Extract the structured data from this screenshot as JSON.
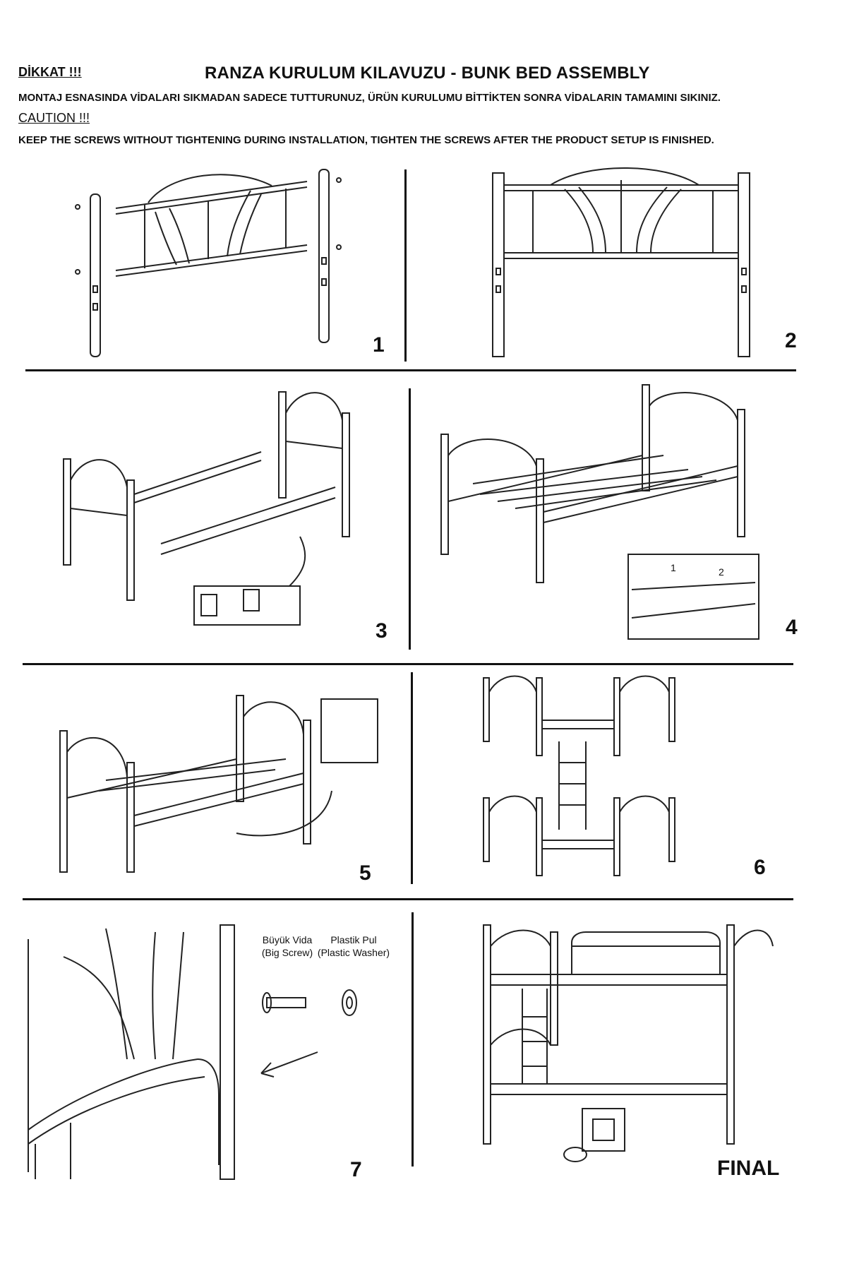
{
  "header": {
    "dikkat": "DİKKAT !!!",
    "title": "RANZA KURULUM KILAVUZU - BUNK BED ASSEMBLY",
    "warning_tr": "MONTAJ ESNASINDA VİDALARI SIKMADAN SADECE TUTTURUNUZ, ÜRÜN KURULUMU BİTTİKTEN SONRA VİDALARIN TAMAMINI SIKINIZ.",
    "caution": "CAUTION !!!",
    "warning_en": "KEEP THE SCREWS WITHOUT TIGHTENING DURING INSTALLATION, TIGHTEN THE SCREWS AFTER THE PRODUCT SETUP IS FINISHED."
  },
  "steps": [
    "1",
    "2",
    "3",
    "4",
    "5",
    "6",
    "7",
    "FINAL"
  ],
  "step4_arrows": [
    "1",
    "2"
  ],
  "parts": {
    "big_screw_tr": "Büyük Vida",
    "big_screw_en": "(Big Screw)",
    "washer_tr": "Plastik Pul",
    "washer_en": "(Plastic Washer)"
  },
  "colors": {
    "ink": "#111111",
    "paper": "#ffffff"
  }
}
